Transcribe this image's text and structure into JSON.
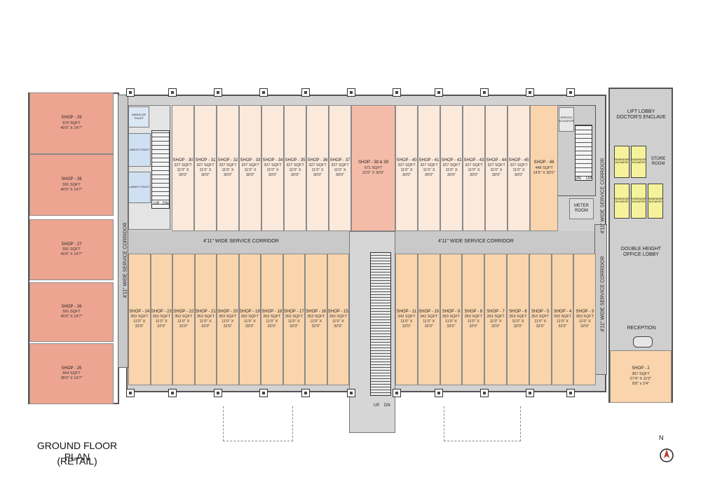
{
  "plan": {
    "title_line1": "GROUND FLOOR PLAN",
    "title_line2": "(RETAIL)",
    "north": "N"
  },
  "corridors": {
    "west": "4'11\" WIDE SERVICE CORRIDOR",
    "top_left": "4'11\" WIDE SERVICE CORRIDOR",
    "top_right": "4'11\" WIDE SERVICE CORRIDOR",
    "east_upper": "4'11\" WIDE SERVICE CORRIDOR",
    "east_lower": "4'11\" WIDE SERVICE CORRIDOR"
  },
  "services": {
    "lift_lobby": "LIFT LOBBY\nDOCTOR'S ENCLAVE",
    "store_room": "STORE\nROOM",
    "double_height": "DOUBLE HEIGHT\nOFFICE LOBBY",
    "reception": "RECEPTION",
    "meter_room": "METER\nROOM",
    "service_elevator": "SERVICE\nELEVATOR",
    "handicap_toilet": "HANDICAP\nTOILET",
    "gents_toilet": "GENTS\nTOILET",
    "ladies_toilet": "LADIES\nTOILET",
    "up": "UP",
    "dn": "DN",
    "passenger_elevator": "PASSENGER\nELEVATOR"
  },
  "shops_west": [
    {
      "name": "SHOP - 29",
      "area": "570 SQFT",
      "dim": "40'0\" X 14'7\""
    },
    {
      "name": "SHOP - 28",
      "area": "591 SQFT",
      "dim": "40'0\" X 14'7\""
    },
    {
      "name": "SHOP - 27",
      "area": "591 SQFT",
      "dim": "40'0\" X 14'7\""
    },
    {
      "name": "SHOP - 26",
      "area": "591 SQFT",
      "dim": "40'0\" X 14'7\""
    },
    {
      "name": "SHOP - 25",
      "area": "564 SQFT",
      "dim": "38'0\" X 14'7\""
    }
  ],
  "shops_north": [
    {
      "name": "SHOP - 30",
      "area": "327 SQFT",
      "dim": "11'0\" X 30'0\""
    },
    {
      "name": "SHOP - 31",
      "area": "327 SQFT",
      "dim": "11'0\" X 30'0\""
    },
    {
      "name": "SHOP - 32",
      "area": "327 SQFT",
      "dim": "11'0\" X 30'0\""
    },
    {
      "name": "SHOP - 33",
      "area": "327 SQFT",
      "dim": "11'0\" X 30'0\""
    },
    {
      "name": "SHOP - 34",
      "area": "327 SQFT",
      "dim": "11'0\" X 30'0\""
    },
    {
      "name": "SHOP - 35",
      "area": "327 SQFT",
      "dim": "11'0\" X 30'0\""
    },
    {
      "name": "SHOP - 36",
      "area": "327 SQFT",
      "dim": "11'0\" X 30'0\""
    },
    {
      "name": "SHOP - 37",
      "area": "327 SQFT",
      "dim": "11'0\" X 30'0\""
    },
    {
      "name": "SHOP - 38 & 39",
      "area": "671 SQFT",
      "dim": "22'0\" X 30'0\""
    },
    {
      "name": "SHOP - 40",
      "area": "327 SQFT",
      "dim": "11'0\" X 30'0\""
    },
    {
      "name": "SHOP - 41",
      "area": "327 SQFT",
      "dim": "11'0\" X 30'0\""
    },
    {
      "name": "SHOP - 42",
      "area": "327 SQFT",
      "dim": "11'0\" X 30'0\""
    },
    {
      "name": "SHOP - 43",
      "area": "327 SQFT",
      "dim": "11'0\" X 30'0\""
    },
    {
      "name": "SHOP - 44",
      "area": "327 SQFT",
      "dim": "11'0\" X 30'0\""
    },
    {
      "name": "SHOP - 45",
      "area": "327 SQFT",
      "dim": "11'0\" X 30'0\""
    },
    {
      "name": "SHOP - 46",
      "area": "448 SQFT",
      "dim": "14'5\" X 30'0\""
    }
  ],
  "shops_south_left": [
    {
      "name": "SHOP - 24",
      "area": "353 SQFT",
      "dim": "11'0\" X 32'0\""
    },
    {
      "name": "SHOP - 23",
      "area": "353 SQFT",
      "dim": "11'0\" X 32'0\""
    },
    {
      "name": "SHOP - 22",
      "area": "353 SQFT",
      "dim": "11'0\" X 32'0\""
    },
    {
      "name": "SHOP - 21",
      "area": "353 SQFT",
      "dim": "11'0\" X 32'0\""
    },
    {
      "name": "SHOP - 20",
      "area": "353 SQFT",
      "dim": "11'0\" X 32'0\""
    },
    {
      "name": "SHOP - 19",
      "area": "353 SQFT",
      "dim": "11'0\" X 32'0\""
    },
    {
      "name": "SHOP - 18",
      "area": "353 SQFT",
      "dim": "11'0\" X 32'0\""
    },
    {
      "name": "SHOP - 17",
      "area": "353 SQFT",
      "dim": "11'0\" X 32'0\""
    },
    {
      "name": "SHOP - 16",
      "area": "353 SQFT",
      "dim": "11'0\" X 32'0\""
    },
    {
      "name": "SHOP - 15",
      "area": "353 SQFT",
      "dim": "11'0\" X 32'0\""
    }
  ],
  "shops_south_right": [
    {
      "name": "SHOP - 11",
      "area": "342 SQFT",
      "dim": "11'0\" X 32'0\""
    },
    {
      "name": "SHOP - 10",
      "area": "342 SQFT",
      "dim": "11'0\" X 32'0\""
    },
    {
      "name": "SHOP - 9",
      "area": "353 SQFT",
      "dim": "11'0\" X 32'0\""
    },
    {
      "name": "SHOP - 8",
      "area": "353 SQFT",
      "dim": "11'0\" X 32'0\""
    },
    {
      "name": "SHOP - 7",
      "area": "353 SQFT",
      "dim": "11'0\" X 32'0\""
    },
    {
      "name": "SHOP - 6",
      "area": "353 SQFT",
      "dim": "11'0\" X 32'0\""
    },
    {
      "name": "SHOP - 5",
      "area": "353 SQFT",
      "dim": "11'0\" X 32'0\""
    },
    {
      "name": "SHOP - 4",
      "area": "353 SQFT",
      "dim": "11'0\" X 32'0\""
    },
    {
      "name": "SHOP - 3",
      "area": "353 SQFT",
      "dim": "11'0\" X 32'0\""
    }
  ],
  "shop_2": {
    "name": "SHOP - 2",
    "area": "367 SQFT",
    "dim1": "27'4\" X 11'0\"",
    "dim2": "8'8\" x 2'4\""
  },
  "colors": {
    "peach": "#fbe9dc",
    "orange": "#f9d4ac",
    "pink": "#f4bca8",
    "salmon": "#eda592",
    "corridor": "#c9c9c9",
    "elevator": "#f6f29b"
  }
}
